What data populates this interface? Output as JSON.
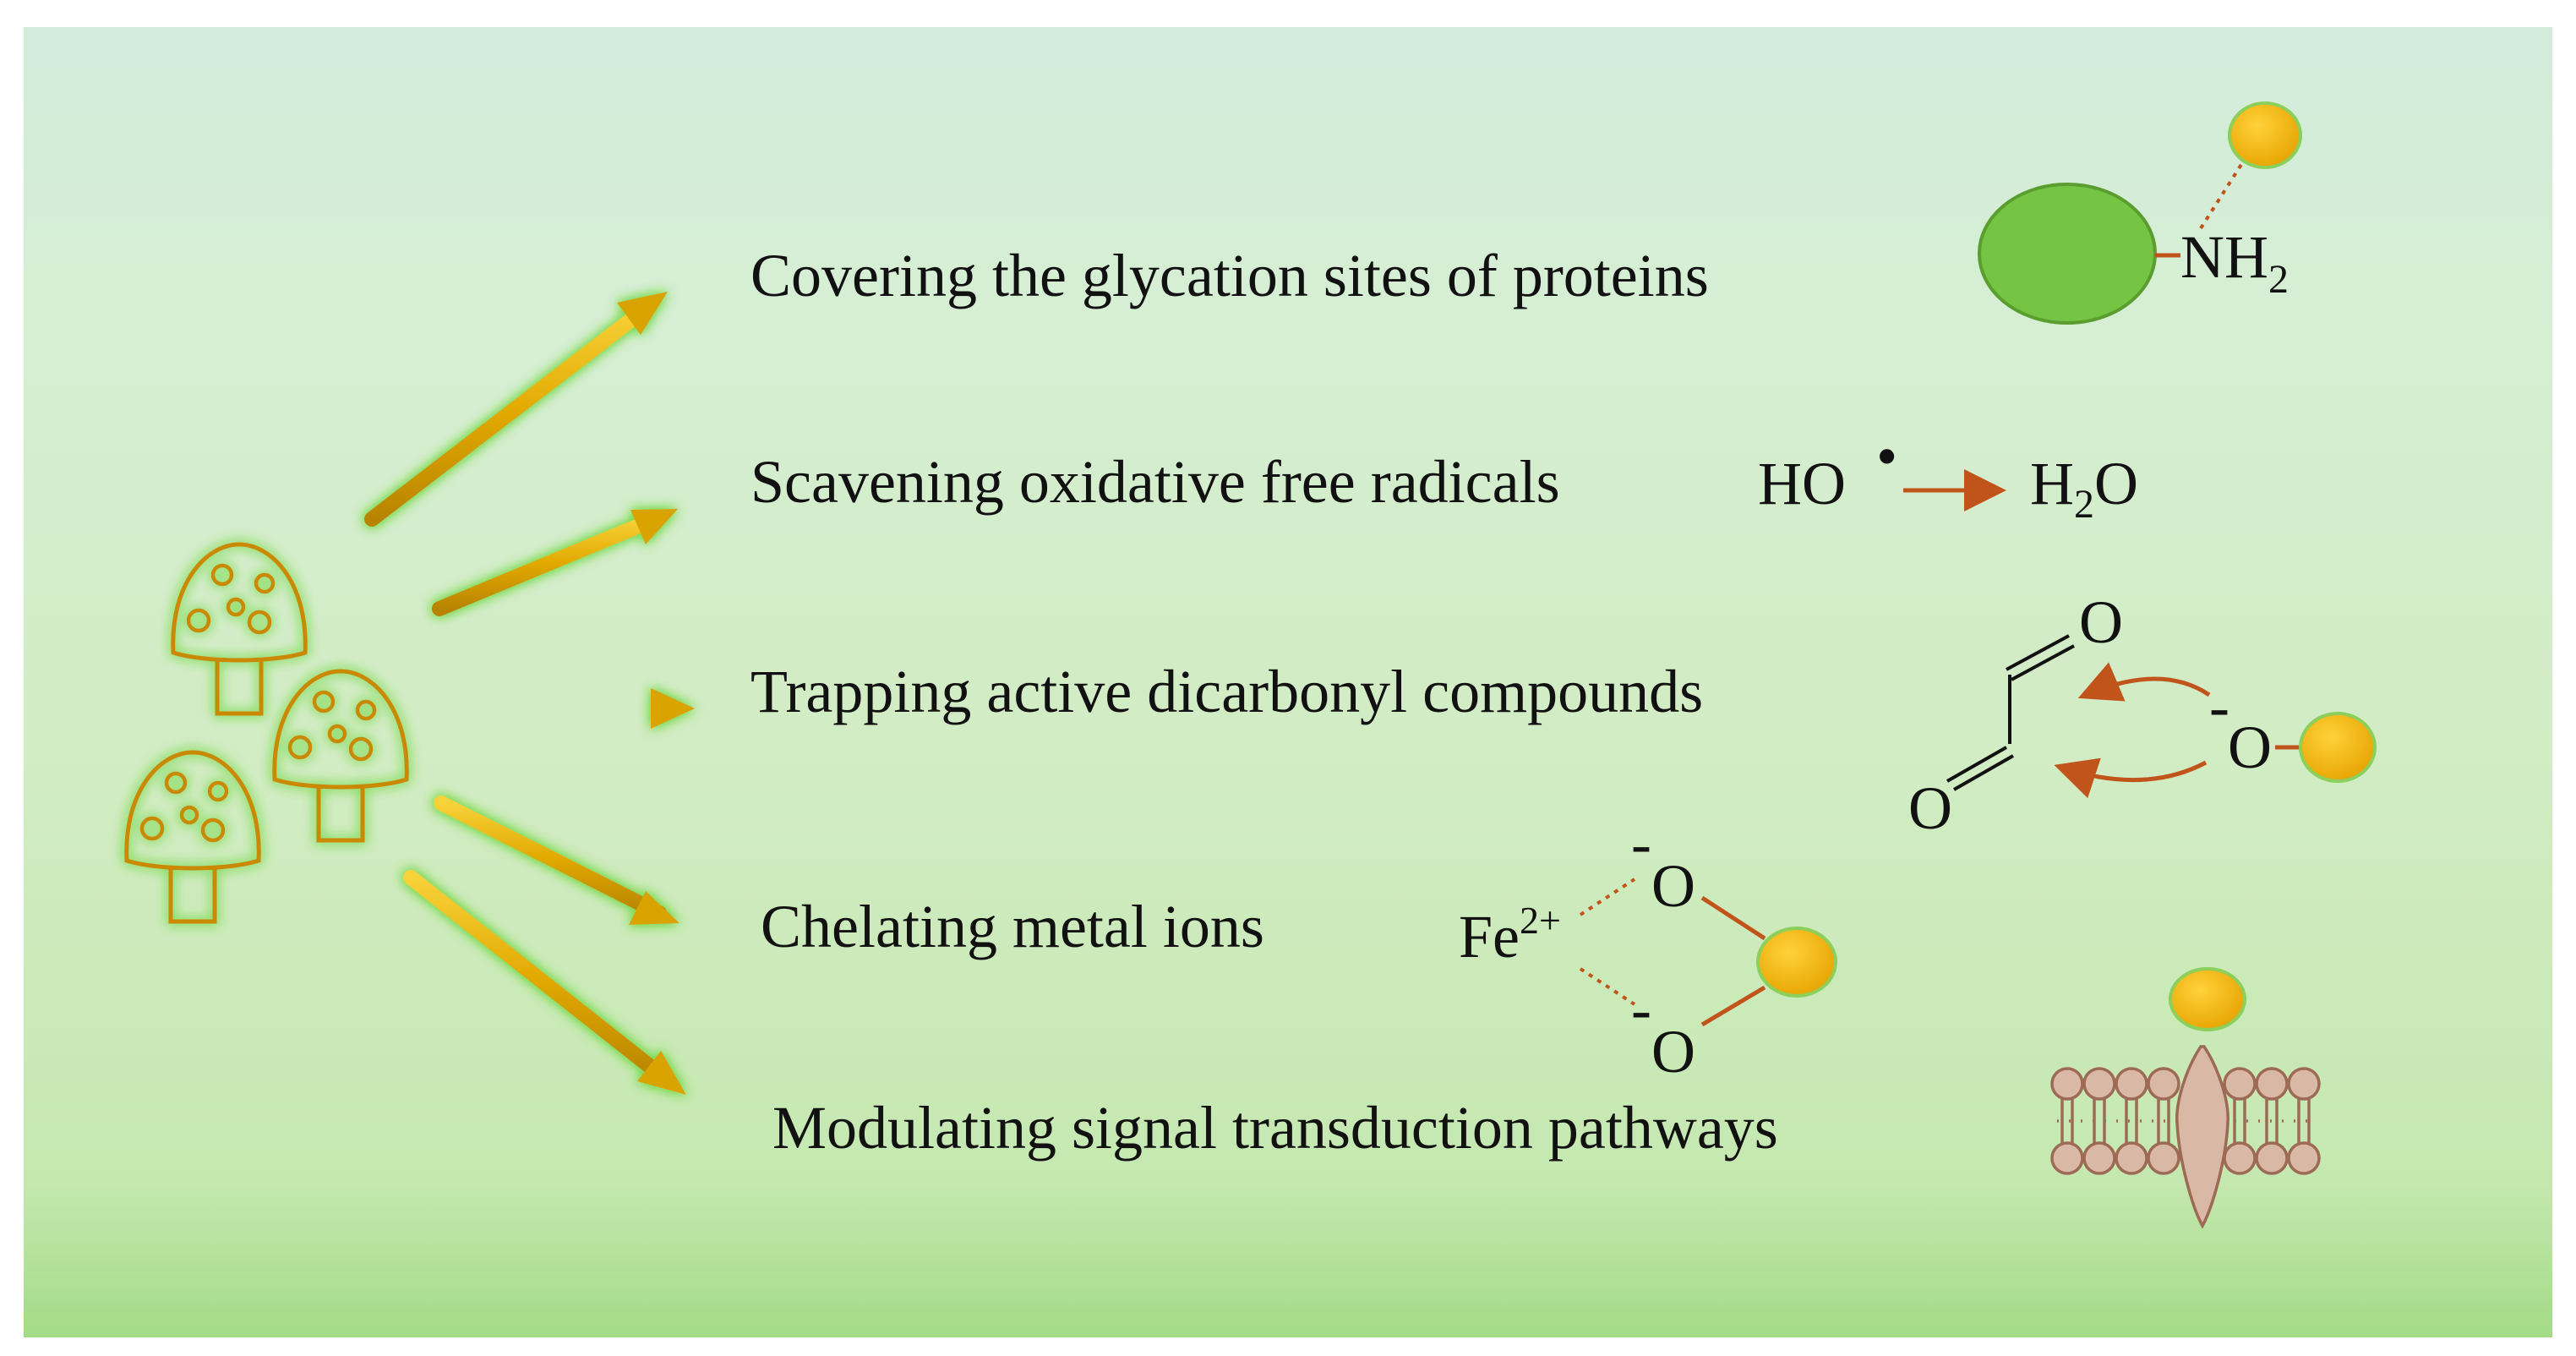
{
  "mechanisms": [
    {
      "label": "Covering the glycation sites of proteins"
    },
    {
      "label": "Scavening oxidative free radicals"
    },
    {
      "label": "Trapping active dicarbonyl compounds"
    },
    {
      "label": "Chelating metal ions"
    },
    {
      "label": "Modulating signal transduction pathways"
    }
  ],
  "chem": {
    "nh2_main": "NH",
    "nh2_sub": "2",
    "ho_radical": "HO",
    "radical_dot": "•",
    "water_h": "H",
    "water_sub": "2",
    "water_o": "O",
    "carbonyl_o": "O",
    "minus": "-",
    "oxygen": "O",
    "fe": "Fe",
    "fe_charge": "2+"
  },
  "colors": {
    "arrow_gold": "#e8b400",
    "arrow_glow": "#7ed957",
    "mushroom_outline": "#c98a00",
    "compound_ball": "#f2b400",
    "protein_ball": "#7cc84a",
    "bond": "#c0541a",
    "membrane": "#d9b8a6"
  },
  "icons": [
    "mushroom-icon",
    "protein-sphere-icon",
    "compound-ball-icon",
    "cell-membrane-icon"
  ]
}
